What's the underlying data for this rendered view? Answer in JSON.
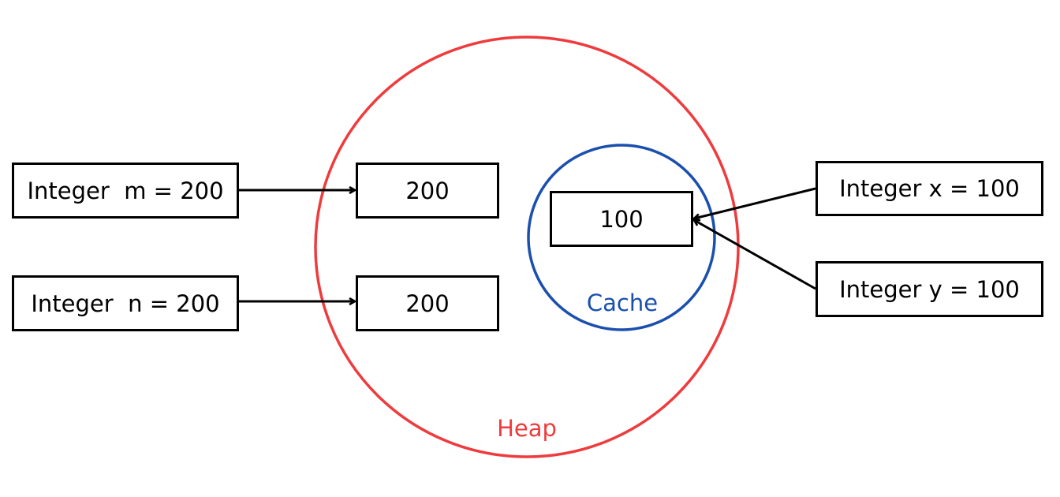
{
  "regions": {
    "heap": {
      "label": "Heap",
      "color": "#ef3b3d"
    },
    "cache": {
      "label": "Cache",
      "color": "#1a4fae"
    }
  },
  "declarations": {
    "m": "Integer  m = 200",
    "n": "Integer  n = 200",
    "x": "Integer x = 100",
    "y": "Integer y = 100"
  },
  "objects": {
    "m_value": "200",
    "n_value": "200",
    "cached_value": "100"
  },
  "edges": [
    {
      "from": "Integer  m = 200",
      "to": "200"
    },
    {
      "from": "Integer  n = 200",
      "to": "200"
    },
    {
      "from": "Integer x = 100",
      "to": "100"
    },
    {
      "from": "Integer y = 100",
      "to": "100"
    }
  ]
}
